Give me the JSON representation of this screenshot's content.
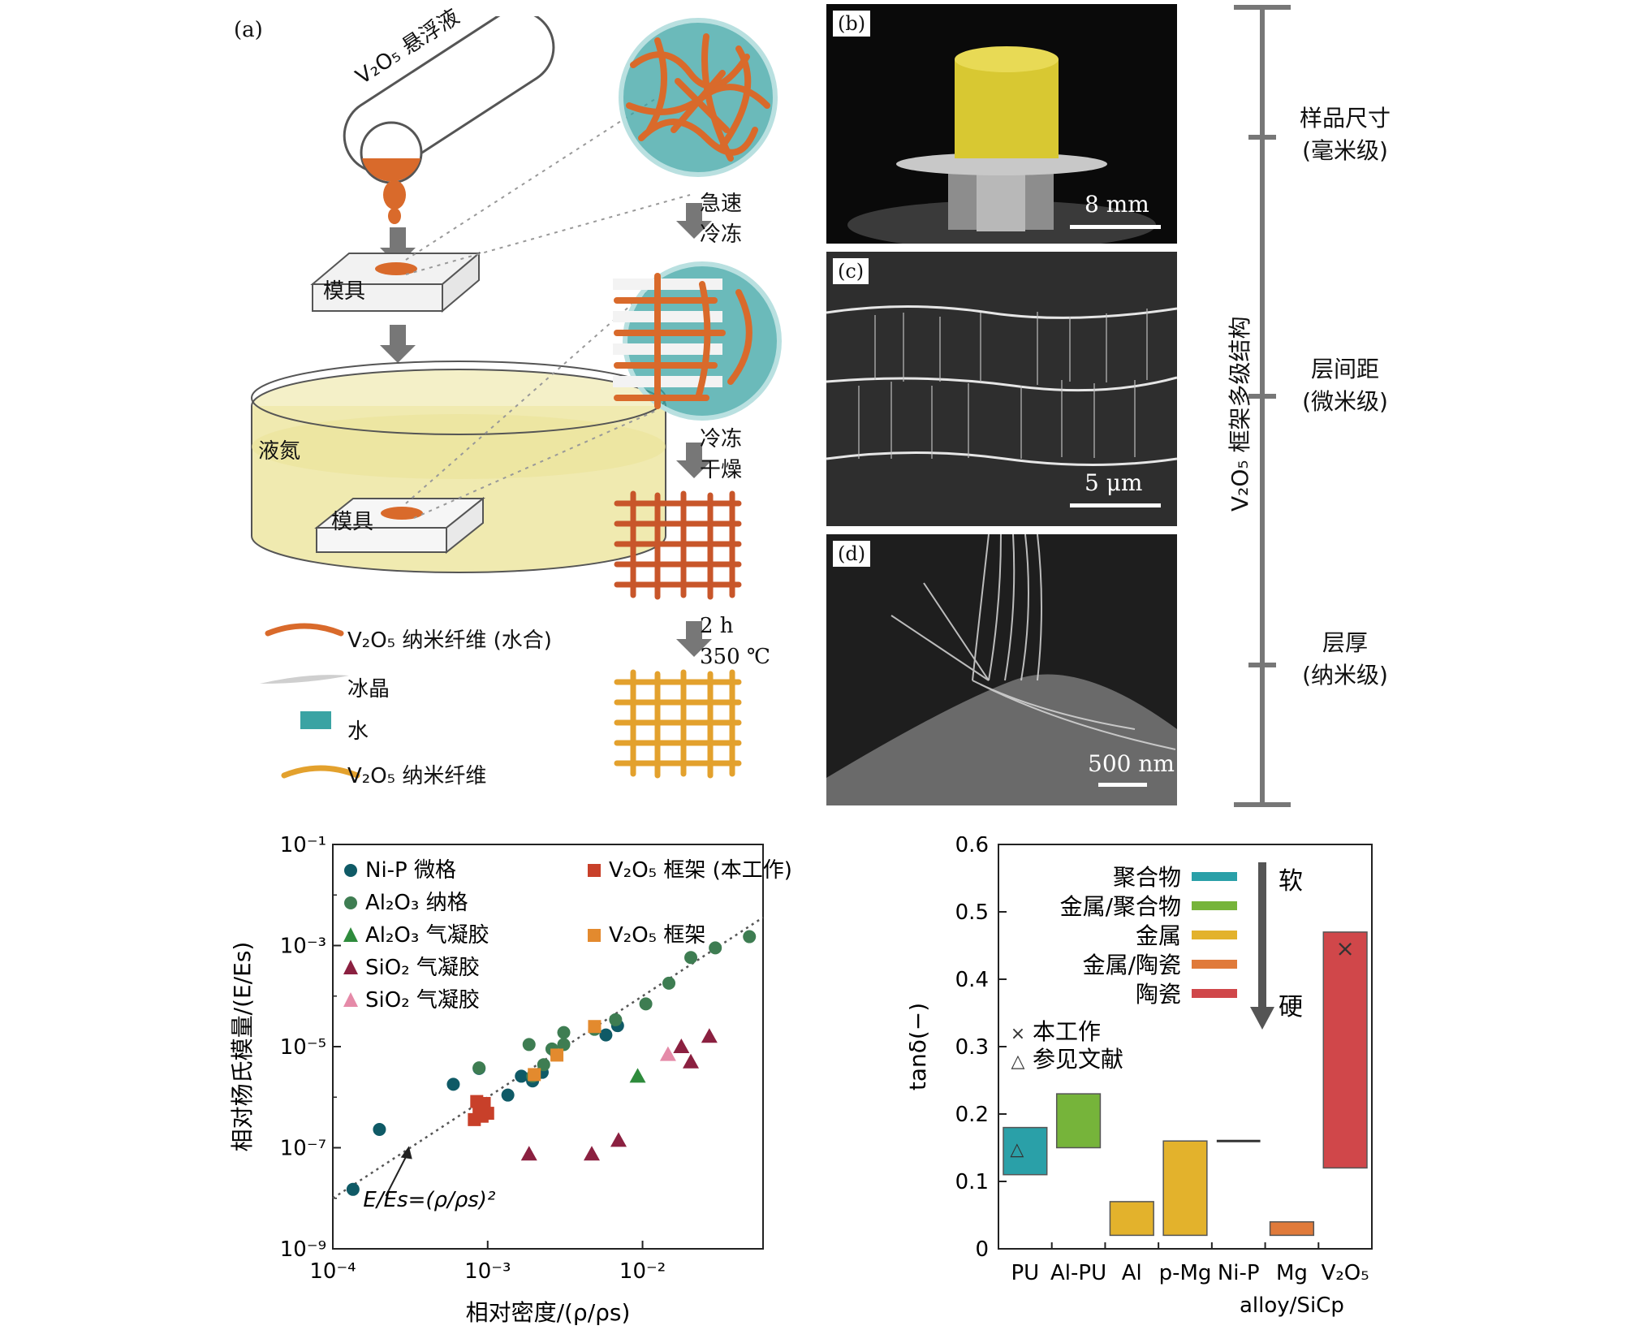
{
  "panel_a": {
    "tag": "(a)",
    "suspension_label": "V₂O₅ 悬浮液",
    "mold_label": "模具",
    "liquid_nitrogen_label": "液氮",
    "mold_label_2": "模具",
    "step1": [
      "急速",
      "冷冻"
    ],
    "step2": [
      "冷冻",
      "干燥"
    ],
    "step3": [
      "2 h",
      "350 ℃"
    ],
    "legend": [
      {
        "text": "V₂O₅ 纳米纤维 (水合)",
        "color": "#d96a2b"
      },
      {
        "text": "冰晶",
        "color": "#d0d0d0"
      },
      {
        "text": "水",
        "color": "#3aa3a3"
      },
      {
        "text": "V₂O₅ 纳米纤维",
        "color": "#e3a12d"
      }
    ]
  },
  "panel_b": {
    "tag": "(b)",
    "scale": "8 mm"
  },
  "panel_c": {
    "tag": "(c)",
    "scale": "5 μm"
  },
  "panel_d": {
    "tag": "(d)",
    "scale": "500 nm"
  },
  "hierarchy": {
    "axis_title": "V₂O₅ 框架多级结构",
    "levels": [
      {
        "line1": "样品尺寸",
        "line2": "(毫米级)"
      },
      {
        "line1": "层间距",
        "line2": "(微米级)"
      },
      {
        "line1": "层厚",
        "line2": "(纳米级)"
      }
    ]
  },
  "chart_data": [
    {
      "type": "scatter",
      "xlabel": "相对密度/(ρ/ρs)",
      "ylabel": "相对杨氏模量/(E/Es)",
      "x_scale": "log",
      "y_scale": "log",
      "xlim": [
        0.0001,
        0.06
      ],
      "ylim": [
        1e-09,
        0.1
      ],
      "x_ticks": [
        "10⁻⁴",
        "10⁻³",
        "10⁻²"
      ],
      "y_ticks": [
        "10⁻¹",
        "10⁻³",
        "10⁻⁵",
        "10⁻⁷",
        "10⁻⁹"
      ],
      "fit_label": "E/Es=(ρ/ρs)²",
      "series": [
        {
          "name": "Ni-P 微格",
          "marker": "circle",
          "color": "#0f5a66",
          "points": [
            [
              0.000135,
              1.5e-08
            ],
            [
              0.0002,
              2.3e-07
            ],
            [
              0.0006,
              1.8e-06
            ],
            [
              0.00088,
              3.7e-06
            ],
            [
              0.00135,
              1.1e-06
            ],
            [
              0.00165,
              2.6e-06
            ],
            [
              0.00195,
              2.1e-06
            ],
            [
              0.00225,
              3.1e-06
            ],
            [
              0.0058,
              1.7e-05
            ],
            [
              0.0069,
              2.6e-05
            ]
          ]
        },
        {
          "name": "Al₂O₃ 纳格",
          "marker": "circle",
          "color": "#3e7d52",
          "points": [
            [
              0.00088,
              3.8e-06
            ],
            [
              0.00185,
              1.1e-05
            ],
            [
              0.00195,
              2.6e-06
            ],
            [
              0.0023,
              4.4e-06
            ],
            [
              0.0026,
              9e-06
            ],
            [
              0.0031,
              1.1e-05
            ],
            [
              0.0031,
              1.9e-05
            ],
            [
              0.0049,
              2.2e-05
            ],
            [
              0.0067,
              3.4e-05
            ],
            [
              0.0105,
              7e-05
            ],
            [
              0.0148,
              0.00018
            ],
            [
              0.0205,
              0.00058
            ],
            [
              0.0295,
              0.0009
            ],
            [
              0.049,
              0.0015
            ]
          ]
        },
        {
          "name": "Al₂O₃ 气凝胶",
          "marker": "triangle",
          "color": "#2e8b3c",
          "points": [
            [
              0.0093,
              2.6e-06
            ]
          ]
        },
        {
          "name": "SiO₂ 气凝胶",
          "marker": "triangle",
          "color": "#8b2040",
          "points": [
            [
              0.00185,
              7.5e-08
            ],
            [
              0.0047,
              7.5e-08
            ],
            [
              0.007,
              1.4e-07
            ],
            [
              0.0178,
              1e-05
            ],
            [
              0.0205,
              5e-06
            ],
            [
              0.027,
              1.6e-05
            ]
          ]
        },
        {
          "name": "SiO₂ 气凝胶",
          "marker": "triangle",
          "color": "#e58aa8",
          "points": [
            [
              0.0146,
              7e-06
            ]
          ]
        },
        {
          "name": "V₂O₅ 框架 (本工作)",
          "marker": "square",
          "color": "#c8402a",
          "points": [
            [
              0.00082,
              3.6e-07
            ],
            [
              0.00088,
              5.5e-07
            ],
            [
              0.00092,
              4.2e-07
            ],
            [
              0.00095,
              7.5e-07
            ],
            [
              0.00085,
              8.2e-07
            ],
            [
              0.001,
              4.8e-07
            ],
            [
              0.0009,
              6.5e-07
            ]
          ]
        },
        {
          "name": "V₂O₅ 框架",
          "marker": "square",
          "color": "#e38a2e",
          "points": [
            [
              0.002,
              2.8e-06
            ],
            [
              0.0028,
              6.8e-06
            ],
            [
              0.0049,
              2.5e-05
            ]
          ]
        }
      ]
    },
    {
      "type": "bar",
      "ylabel": "tanδ(−)",
      "ylim": [
        0,
        0.6
      ],
      "y_ticks": [
        "0",
        "0.1",
        "0.2",
        "0.3",
        "0.4",
        "0.5",
        "0.6"
      ],
      "categories": [
        "PU",
        "Al-PU",
        "Al",
        "p-Mg",
        "Ni-P",
        "Mg",
        "V₂O₅"
      ],
      "extra_label": "alloy/SiCp",
      "ranges": [
        {
          "cat": "PU",
          "low": 0.11,
          "high": 0.18,
          "color": "#2aa0a8",
          "marker": "ref",
          "marker_value": 0.15
        },
        {
          "cat": "Al-PU",
          "low": 0.15,
          "high": 0.23,
          "color": "#76b43a"
        },
        {
          "cat": "Al",
          "low": 0.02,
          "high": 0.07,
          "color": "#e3b22c"
        },
        {
          "cat": "p-Mg",
          "low": 0.02,
          "high": 0.16,
          "color": "#e3b22c"
        },
        {
          "cat": "Ni-P",
          "low": 0.16,
          "high": 0.16,
          "color": "#333333"
        },
        {
          "cat": "Mg",
          "low": 0.02,
          "high": 0.04,
          "color": "#e07a3a"
        },
        {
          "cat": "V₂O₅",
          "low": 0.12,
          "high": 0.47,
          "color": "#d0474a",
          "marker": "this",
          "marker_value": 0.445
        }
      ],
      "legend": [
        {
          "text": "聚合物",
          "color": "#2aa0a8"
        },
        {
          "text": "金属/聚合物",
          "color": "#76b43a"
        },
        {
          "text": "金属",
          "color": "#e3b22c"
        },
        {
          "text": "金属/陶瓷",
          "color": "#e07a3a"
        },
        {
          "text": "陶瓷",
          "color": "#d0474a"
        }
      ],
      "arrow_top": "软",
      "arrow_bottom": "硬",
      "marker_legend": [
        {
          "symbol": "×",
          "text": "本工作"
        },
        {
          "symbol": "△",
          "text": "参见文献"
        }
      ]
    }
  ]
}
